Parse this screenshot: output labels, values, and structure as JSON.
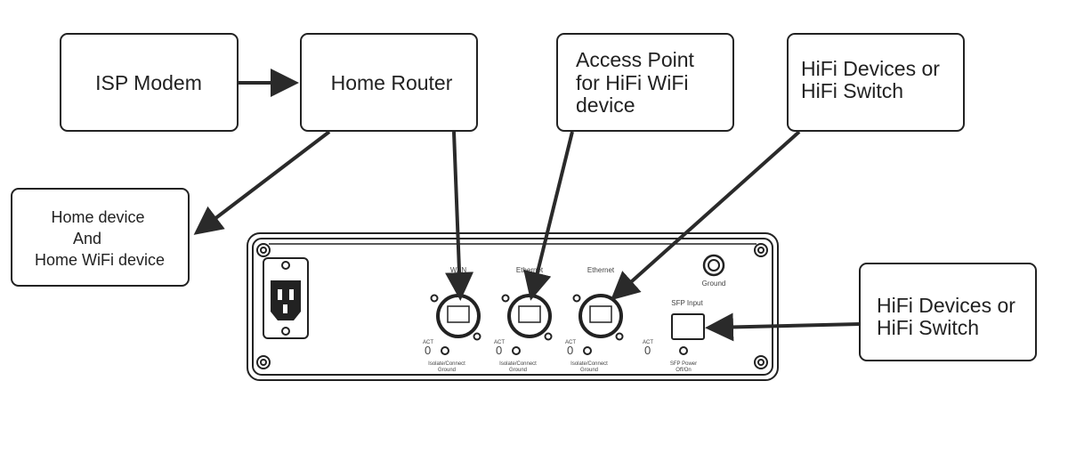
{
  "boxes": {
    "isp_modem": {
      "label": "ISP Modem"
    },
    "home_router": {
      "label": "Home Router"
    },
    "access_point": {
      "lines": [
        "Access Point",
        "for HiFi WiFi",
        "device"
      ]
    },
    "hifi_top": {
      "lines": [
        "HiFi Devices or",
        "HiFi Switch"
      ]
    },
    "home_device": {
      "lines": [
        "Home device",
        "And",
        "Home WiFi device"
      ]
    },
    "hifi_right": {
      "lines": [
        "HiFi Devices or",
        "HiFi Switch"
      ]
    }
  },
  "panel": {
    "ports": [
      {
        "label": "WAN",
        "act": "ACT",
        "led": "0",
        "switch_lines": [
          "Isolate/Connect",
          "Ground"
        ]
      },
      {
        "label": "Ethernet",
        "act": "ACT",
        "led": "0",
        "switch_lines": [
          "Isolate/Connect",
          "Ground"
        ]
      },
      {
        "label": "Ethernet",
        "act": "ACT",
        "led": "0",
        "switch_lines": [
          "Isolate/Connect",
          "Ground"
        ]
      }
    ],
    "sfp": {
      "label": "SFP Input",
      "act": "ACT",
      "led": "0",
      "switch_lines": [
        "SFP Power",
        "Off/On"
      ]
    },
    "ground": "Ground"
  },
  "colors": {
    "line": "#2a2a2a",
    "background": "#ffffff"
  }
}
